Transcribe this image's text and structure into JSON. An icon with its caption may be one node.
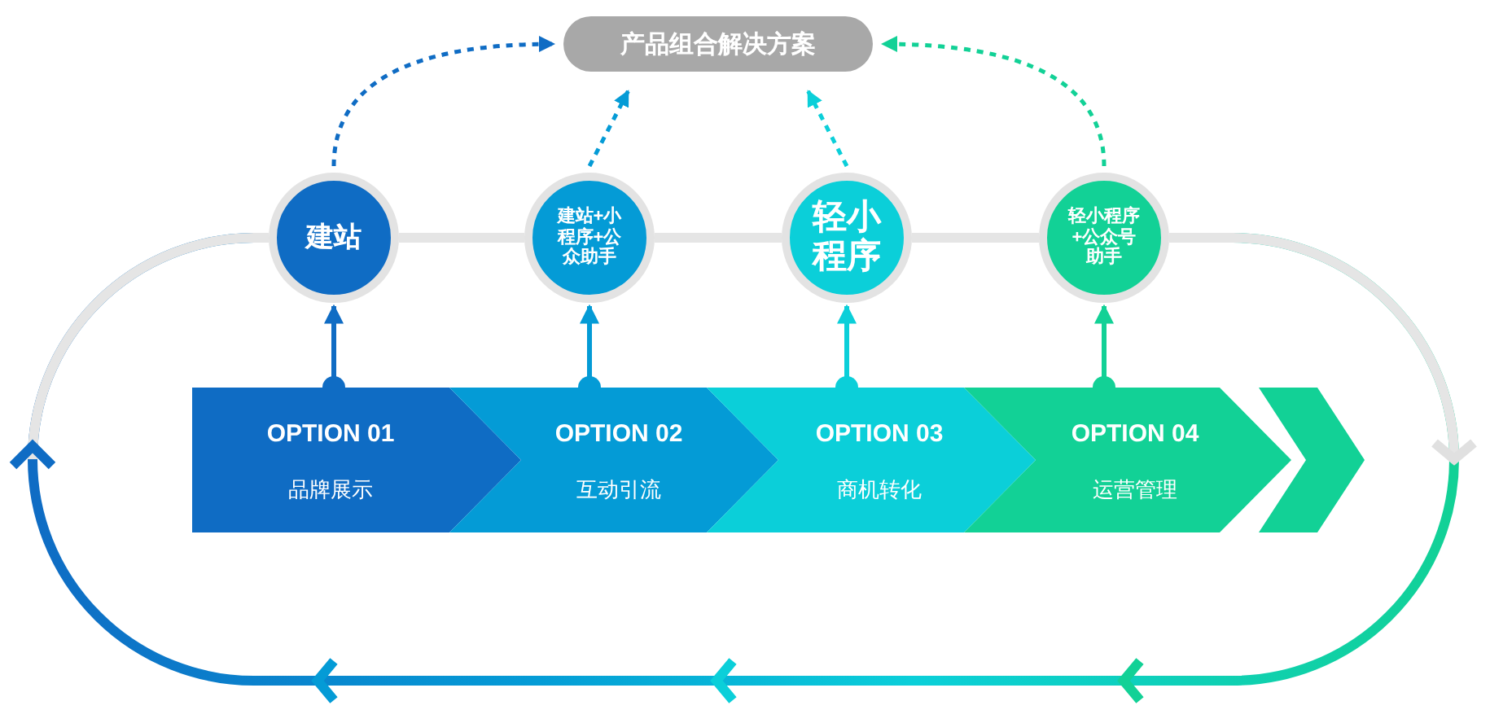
{
  "diagram": {
    "nodes": [
      {
        "text": [
          "产品组合解决方案"
        ]
      },
      {
        "text": [
          "建站"
        ]
      },
      {
        "text": [
          "建站+小程序+公众助手"
        ]
      },
      {
        "text": [
          "轻小程序"
        ]
      },
      {
        "text": [
          "轻小程序+公众号助手"
        ]
      },
      {
        "text": [
          "OPTION 01",
          "品牌展示"
        ]
      },
      {
        "text": [
          "OPTION 02",
          "互动引流"
        ]
      },
      {
        "text": [
          "OPTION 03",
          "商机转化"
        ]
      },
      {
        "text": [
          "OPTION 04",
          "运营管理"
        ]
      },
      {
        "text": [],
        "shape": "chevron"
      }
    ],
    "edges": [
      {
        "from": 1,
        "to": 0,
        "arrow": "to",
        "style": "dashed",
        "color": "#0f6cc4"
      },
      {
        "from": 2,
        "to": 0,
        "arrow": "to",
        "style": "dashed",
        "color": "#049bd6"
      },
      {
        "from": 3,
        "to": 0,
        "arrow": "to",
        "style": "dashed",
        "color": "#0bcfd9"
      },
      {
        "from": 4,
        "to": 0,
        "arrow": "to",
        "style": "dashed",
        "color": "#12d196"
      },
      {
        "from": 5,
        "to": 1,
        "arrow": "to",
        "color": "#0f6cc4"
      },
      {
        "from": 6,
        "to": 2,
        "arrow": "to",
        "color": "#049bd6"
      },
      {
        "from": 7,
        "to": 3,
        "arrow": "to",
        "color": "#0bcfd9"
      },
      {
        "from": 8,
        "to": 4,
        "arrow": "to",
        "color": "#12d196"
      },
      {
        "from": 1,
        "to": 2,
        "arrow": "none",
        "style": "thick",
        "color": "#e5e5e5"
      },
      {
        "from": 2,
        "to": 3,
        "arrow": "none",
        "style": "thick",
        "color": "#e5e5e5"
      },
      {
        "from": 3,
        "to": 4,
        "arrow": "none",
        "style": "thick",
        "color": "#e5e5e5"
      },
      {
        "from": 4,
        "to": 1,
        "arrow": "to",
        "style": "thick"
      }
    ]
  }
}
